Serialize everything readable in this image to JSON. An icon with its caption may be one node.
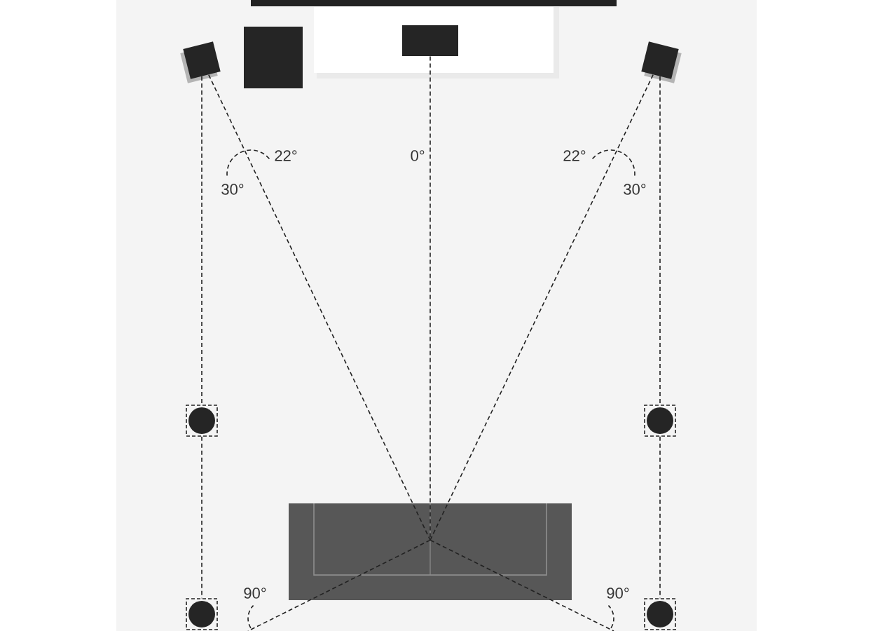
{
  "diagram": {
    "nodes": [
      {
        "text": [],
        "shape": "box"
      },
      {
        "text": [],
        "shape": "box"
      },
      {
        "text": [],
        "shape": "box"
      },
      {
        "text": [],
        "shape": "box"
      },
      {
        "text": [],
        "shape": "box"
      },
      {
        "text": [],
        "shape": "box"
      },
      {
        "text": [],
        "shape": "box"
      },
      {
        "text": [],
        "shape": "picture"
      }
    ],
    "edges": [
      {
        "from": 0,
        "to": 3,
        "arrow": "none",
        "style": "dashed"
      },
      {
        "from": 3,
        "to": 5,
        "arrow": "none",
        "style": "dashed"
      },
      {
        "from": 2,
        "to": 4,
        "arrow": "none",
        "style": "dashed"
      },
      {
        "from": 4,
        "to": 6,
        "arrow": "none",
        "style": "dashed"
      },
      {
        "from": 0,
        "to": 7,
        "arrow": "none",
        "style": "dashed"
      },
      {
        "from": 1,
        "to": 7,
        "arrow": "none",
        "style": "dashed"
      },
      {
        "from": 2,
        "to": 7,
        "arrow": "none",
        "style": "dashed"
      },
      {
        "from": 7,
        "to": null,
        "arrow": "none",
        "style": "dashed"
      },
      {
        "from": 7,
        "to": null,
        "arrow": "none",
        "style": "dashed"
      }
    ],
    "labels": [
      "22°",
      "0°",
      "22°",
      "30°",
      "30°",
      "90°",
      "90°"
    ]
  }
}
